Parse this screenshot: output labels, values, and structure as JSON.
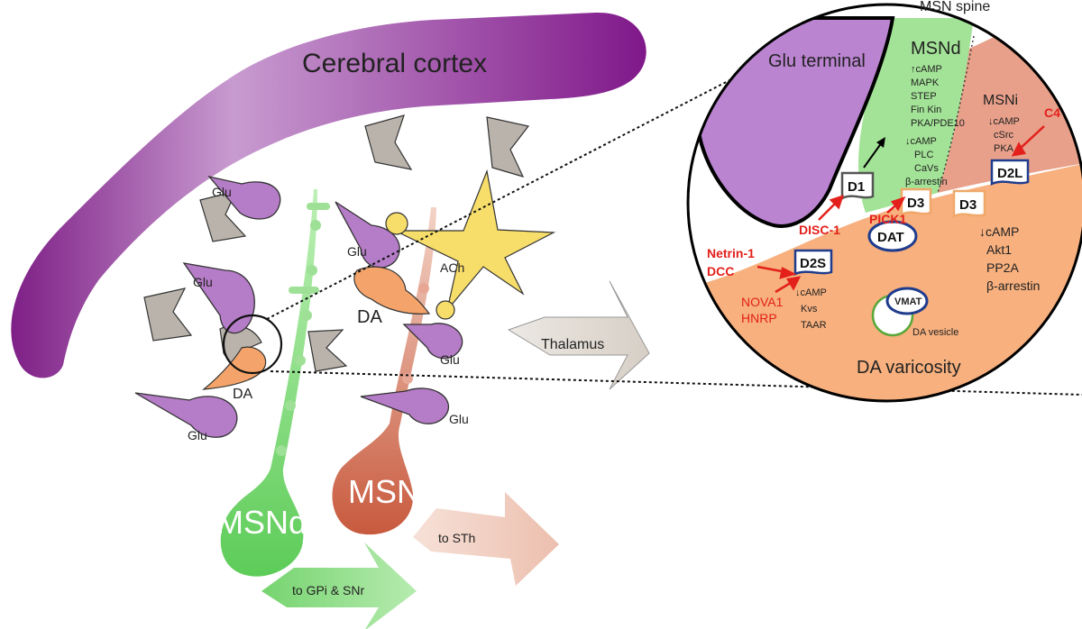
{
  "labels": {
    "cortex": "Cerebral cortex",
    "glu": "Glu",
    "ach": "ACh",
    "da": "DA",
    "thalamus": "Thalamus",
    "msnd": "MSNd",
    "msni": "MSNi",
    "to_gpi": "to GPi & SNr",
    "to_sth": "to STh"
  },
  "inset": {
    "title": "MSN spine",
    "glu_terminal": "Glu terminal",
    "msnd": "MSNd",
    "msni": "MSNi",
    "da_varicosity": "DA varicosity",
    "da_vesicle": "DA vesicle",
    "msnd_list1": [
      "↑cAMP",
      "MAPK",
      "STEP",
      "Fin Kin",
      "PKA/PDE10"
    ],
    "msnd_list2": [
      "↓cAMP",
      "PLC",
      "CaVs",
      "β-arrestin"
    ],
    "msni_list": [
      "↓cAMP",
      "cSrc",
      "PKA"
    ],
    "d3_list": [
      "↓cAMP",
      "Akt1",
      "PP2A",
      "β-arrestin"
    ],
    "d2s_list": [
      "↓cAMP",
      "Kvs",
      "TAAR"
    ],
    "receptors": {
      "d1": "D1",
      "d3_spine": "D3",
      "d2l": "D2L",
      "d3_var": "D3",
      "dat": "DAT",
      "d2s": "D2S",
      "vmat": "VMAT"
    },
    "red_labels": {
      "c4": "C4",
      "disc1": "DISC-1",
      "pick1": "PICK1",
      "netrin": "Netrin-1",
      "dcc": "DCC",
      "nova1": "NOVA1",
      "hnrp": "HNRP"
    }
  },
  "colors": {
    "cortex": "#9c3d9e",
    "msnd": "#7fd67a",
    "msni": "#d67a62",
    "glu": "#b57cc7",
    "da": "#f4a46a",
    "ach": "#f7de6a",
    "gray": "#b9b3ab",
    "red": "#e3201b",
    "receptor_blue": "#1f3c8c"
  }
}
